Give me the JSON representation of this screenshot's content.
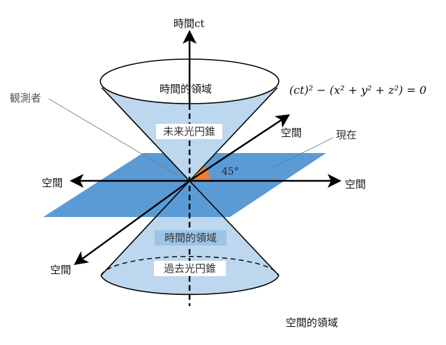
{
  "labels": {
    "time_axis": "時間ct",
    "observer": "観測者",
    "present": "現在",
    "angle": "45°",
    "equation": "(ct)² − (x² + y² + z²) = 0",
    "space_right_upper": "空間",
    "space_left": "空間",
    "space_right": "空間",
    "space_lower_left": "空間",
    "spacelike_region": "空間的領域",
    "timelike_region_top": "時間的領域",
    "future_cone": "未来光円錐",
    "timelike_region_bottom": "時間的領域",
    "past_cone": "過去光円錐"
  },
  "colors": {
    "cone_fill": "#bdd7ee",
    "plane_fill": "#5b9bd5",
    "angle_wedge": "#ed7d31",
    "region_box": "#9dc3e6"
  }
}
